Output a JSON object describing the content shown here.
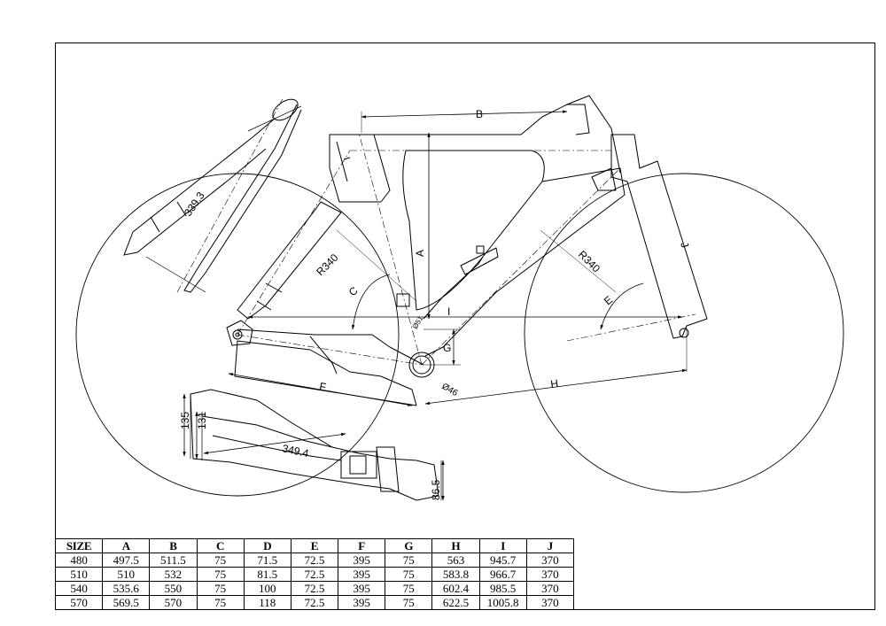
{
  "labels": {
    "B": "B",
    "A": "A",
    "I": "I",
    "C": "C",
    "E": "E",
    "F": "F",
    "G": "G",
    "H": "H",
    "J": "J",
    "R340_rear": "R340",
    "R340_front": "R340",
    "d46": "Ø46",
    "d51": "Ø51",
    "l339": "339.3",
    "l349": "349.4",
    "v135": "135",
    "v131": "131",
    "v86": "86.5"
  },
  "table": {
    "headers": [
      "SIZE",
      "A",
      "B",
      "C",
      "D",
      "E",
      "F",
      "G",
      "H",
      "I",
      "J"
    ],
    "rows": [
      [
        "480",
        "497.5",
        "511.5",
        "75",
        "71.5",
        "72.5",
        "395",
        "75",
        "563",
        "945.7",
        "370"
      ],
      [
        "510",
        "510",
        "532",
        "75",
        "81.5",
        "72.5",
        "395",
        "75",
        "583.8",
        "966.7",
        "370"
      ],
      [
        "540",
        "535.6",
        "550",
        "75",
        "100",
        "72.5",
        "395",
        "75",
        "602.4",
        "985.5",
        "370"
      ],
      [
        "570",
        "569.5",
        "570",
        "75",
        "118",
        "72.5",
        "395",
        "75",
        "622.5",
        "1005.8",
        "370"
      ]
    ]
  }
}
